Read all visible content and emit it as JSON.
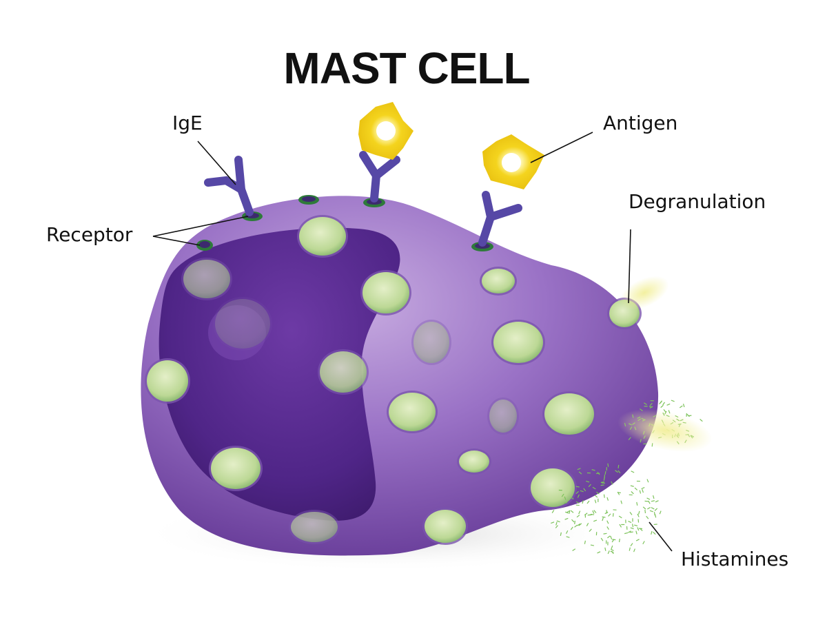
{
  "title": "MAST CELL",
  "labels": {
    "ige": "IgE",
    "antigen": "Antigen",
    "receptor": "Receptor",
    "degranulation": "Degranulation",
    "histamines": "Histamines"
  },
  "colors": {
    "cell_light": "#b99ad6",
    "cell_mid": "#8d62bd",
    "cell_dark": "#5a2f8c",
    "nucleus_dark": "#3f1c6e",
    "granule": "#c9dfa0",
    "granule_edge": "#7eb06a",
    "antibody": "#5a4aa8",
    "antigen": "#f2d21c",
    "histamine": "#7cc25a"
  }
}
